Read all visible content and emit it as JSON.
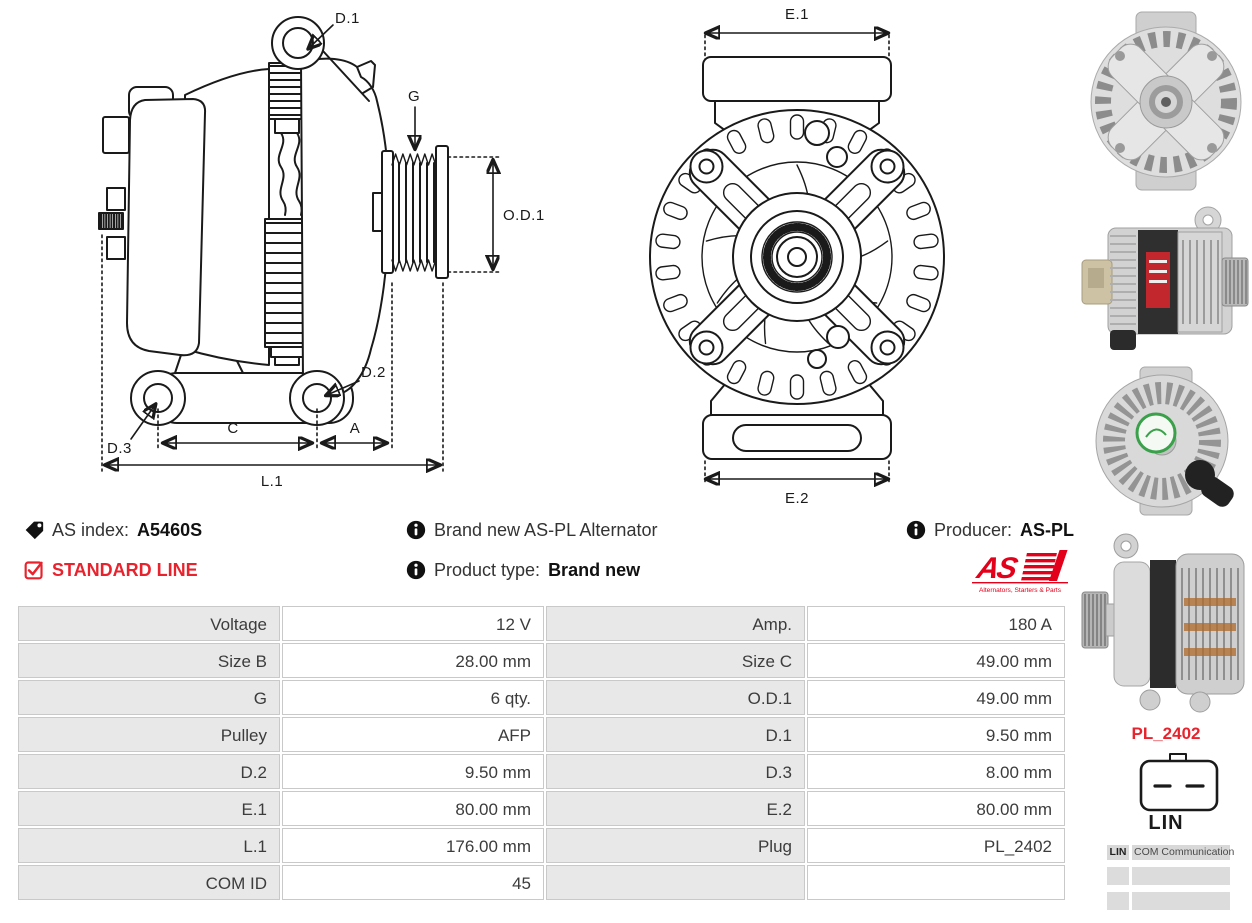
{
  "product": {
    "as_index_label": "AS index:",
    "as_index": "A5460S",
    "line_badge": "STANDARD LINE",
    "description": "Brand new AS-PL Alternator",
    "product_type_label": "Product type:",
    "product_type": "Brand new",
    "producer_label": "Producer:",
    "producer": "AS-PL",
    "brand": {
      "name": "AS",
      "tagline": "Alternators, Starters & Parts"
    }
  },
  "drawing": {
    "side": {
      "d1": "D.1",
      "g": "G",
      "od1": "O.D.1",
      "d2": "D.2",
      "d3": "D.3",
      "c": "C",
      "a": "A",
      "l1": "L.1"
    },
    "front": {
      "e1": "E.1",
      "e2": "E.2"
    }
  },
  "specs": {
    "rows": [
      {
        "l": "Voltage",
        "lv": "12 V",
        "r": "Amp.",
        "rv": "180 A"
      },
      {
        "l": "Size B",
        "lv": "28.00 mm",
        "r": "Size C",
        "rv": "49.00 mm"
      },
      {
        "l": "G",
        "lv": "6 qty.",
        "r": "O.D.1",
        "rv": "49.00 mm"
      },
      {
        "l": "Pulley",
        "lv": "AFP",
        "r": "D.1",
        "rv": "9.50 mm"
      },
      {
        "l": "D.2",
        "lv": "9.50 mm",
        "r": "D.3",
        "rv": "8.00 mm"
      },
      {
        "l": "E.1",
        "lv": "80.00 mm",
        "r": "E.2",
        "rv": "80.00 mm"
      },
      {
        "l": "L.1",
        "lv": "176.00 mm",
        "r": "Plug",
        "rv": "PL_2402"
      },
      {
        "l": "COM ID",
        "lv": "45",
        "r": "",
        "rv": ""
      }
    ]
  },
  "plug": {
    "title": "PL_2402",
    "pin": "LIN",
    "table": {
      "col1": "LIN",
      "col2": "COM Communication"
    }
  },
  "colors": {
    "accent_red": "#e8232e",
    "logo_red": "#e2001a",
    "table_label_bg": "#e8e8e8",
    "table_border": "#c9c9c9",
    "drawing_line": "#1a1a1a"
  }
}
